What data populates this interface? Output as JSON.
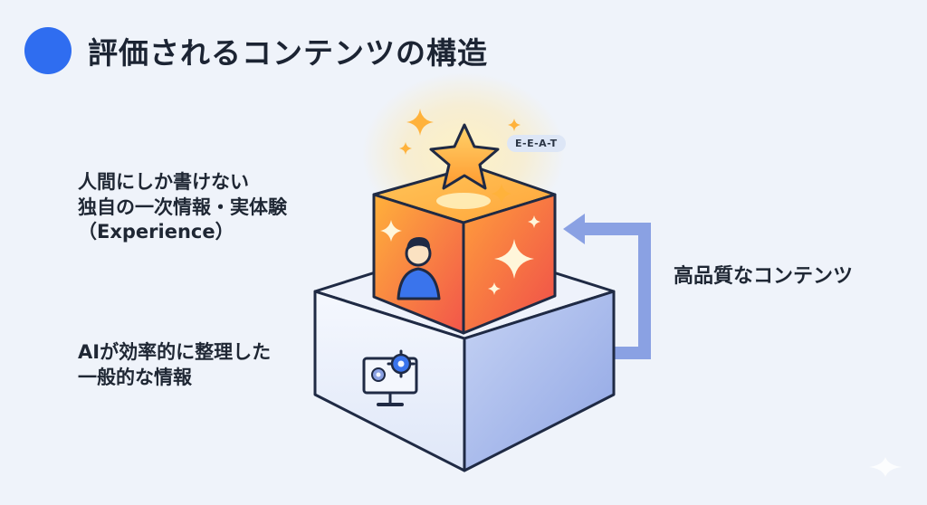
{
  "title": "評価されるコンテンツの構造",
  "badge": "E-E-A-T",
  "labels": {
    "top_line1": "人間にしか書けない",
    "top_line2": "独自の一次情報・実体験",
    "top_line3": "（Experience）",
    "bottom_line1": "AIが効率的に整理した",
    "bottom_line2": "一般的な情報",
    "right": "高品質なコンテンツ"
  },
  "icons": [
    "title-dot-icon",
    "star-icon",
    "sparkle-icon",
    "person-icon",
    "monitor-gear-icon",
    "return-arrow-icon"
  ],
  "colors": {
    "accent": "#2f6df0",
    "box_gradient_top": "#ffb13b",
    "box_gradient_bottom": "#f2554a",
    "base_side": "#9db0e8",
    "arrow": "#7f97e0"
  }
}
